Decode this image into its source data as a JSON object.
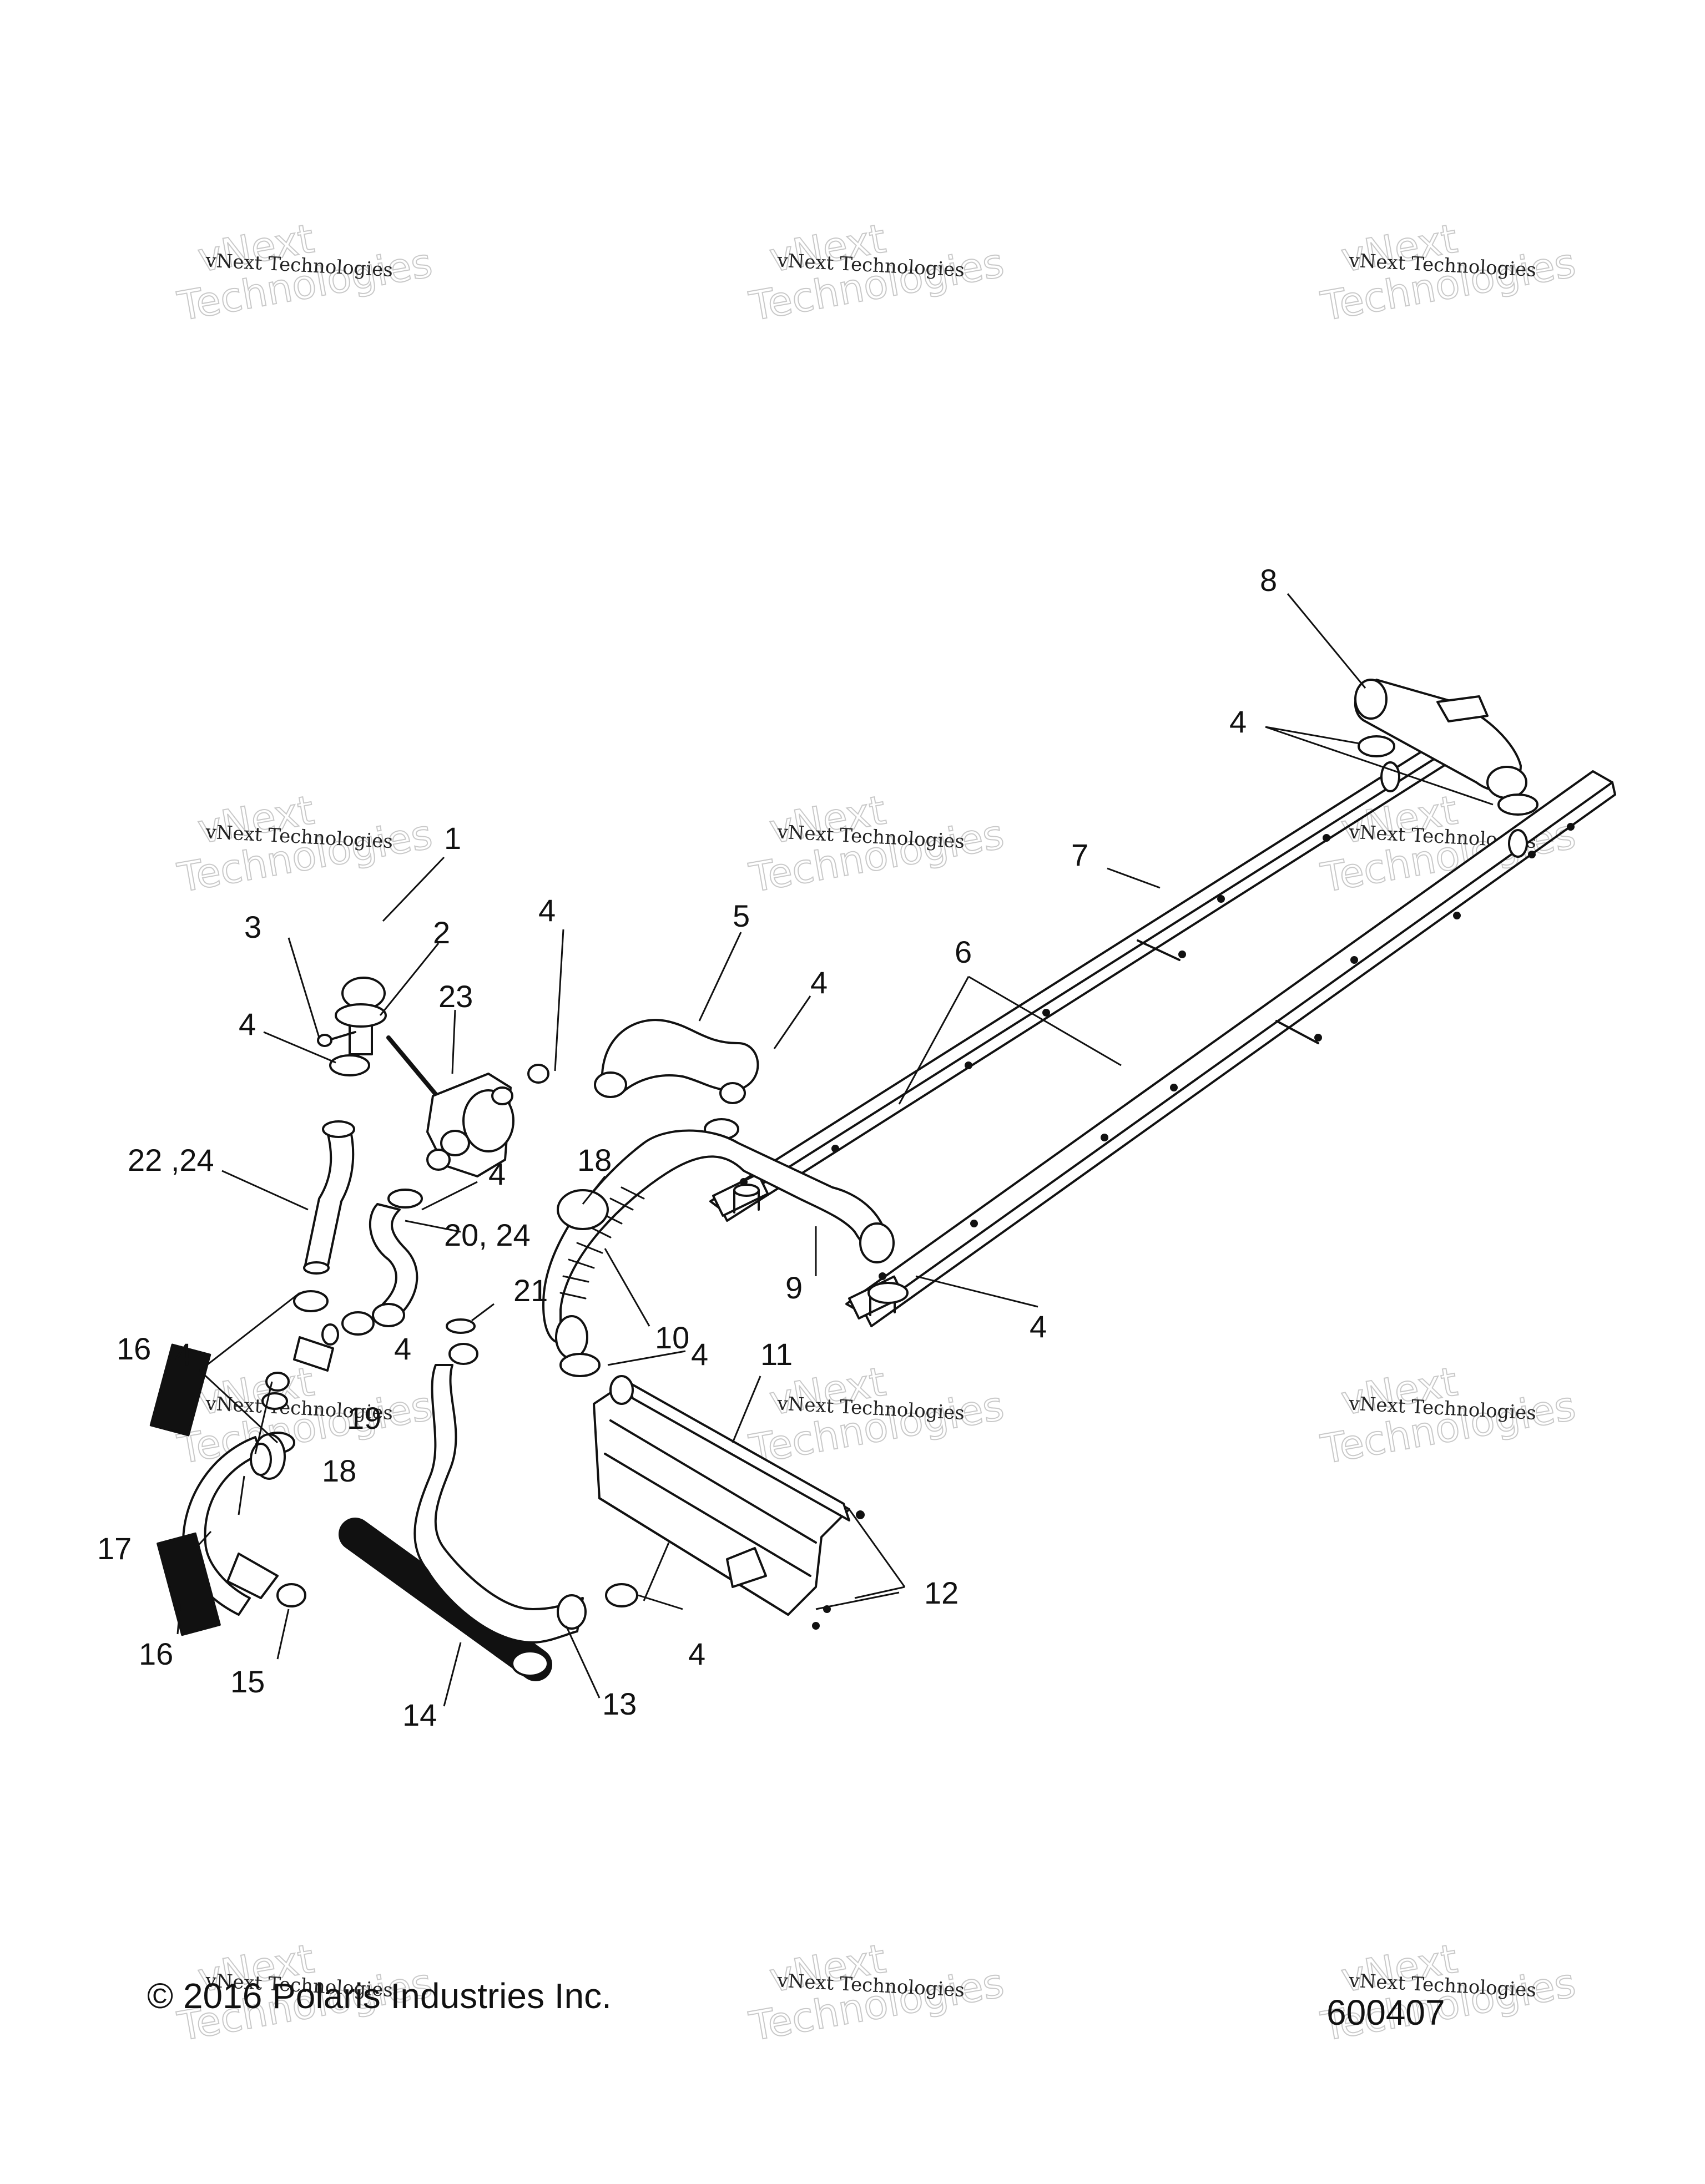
{
  "diagram": {
    "callouts": [
      "1",
      "2",
      "3",
      "4",
      "5",
      "6",
      "7",
      "8",
      "9",
      "10",
      "11",
      "12",
      "13",
      "14",
      "15",
      "16",
      "17",
      "18",
      "19",
      "20, 24",
      "21",
      "22 ,24",
      "23"
    ],
    "watermark": {
      "line1": "vNext Technologies",
      "line2": "vNext",
      "line3": "Technologies"
    }
  },
  "footer": {
    "copyright": "© 2016 Polaris Industries Inc.",
    "figure_id": "600407"
  },
  "colors": {
    "line": "#111111",
    "watermark": "#c9c9c9"
  }
}
